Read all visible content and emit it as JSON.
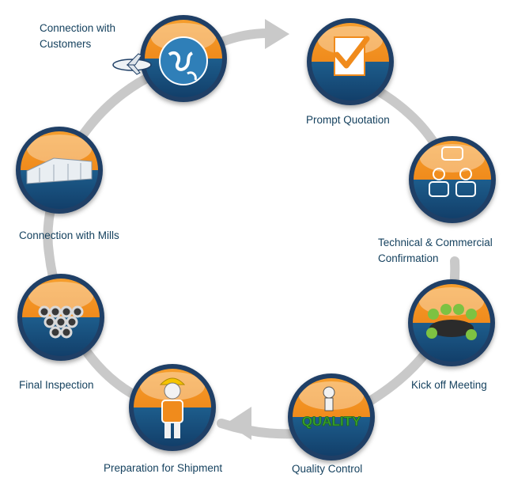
{
  "steps": [
    {
      "label": "Connection with Customers",
      "line1": "Connection with",
      "line2": "Customers",
      "icon": "globe-icon"
    },
    {
      "label": "Prompt Quotation",
      "icon": "checkmark-icon"
    },
    {
      "label": "Technical & Commercial Confirmation",
      "line1": "Technical & Commercial",
      "line2": "Confirmation",
      "icon": "meeting-people-icon"
    },
    {
      "label": "Kick off Meeting",
      "icon": "conference-table-icon"
    },
    {
      "label": "Quality Control",
      "icon": "quality-inspector-icon",
      "icon_text": "QUALITY"
    },
    {
      "label": "Preparation for Shipment",
      "icon": "worker-icon"
    },
    {
      "label": "Final Inspection",
      "icon": "steel-pipes-icon"
    },
    {
      "label": "Connection with Mills",
      "icon": "factory-icon"
    }
  ],
  "colors": {
    "orange": "#f08b1c",
    "navy": "#1f3f66",
    "blue": "#1d5d8c",
    "ring": "#c9c9c9",
    "text": "#16425f",
    "quality_green": "#3aa52c"
  }
}
